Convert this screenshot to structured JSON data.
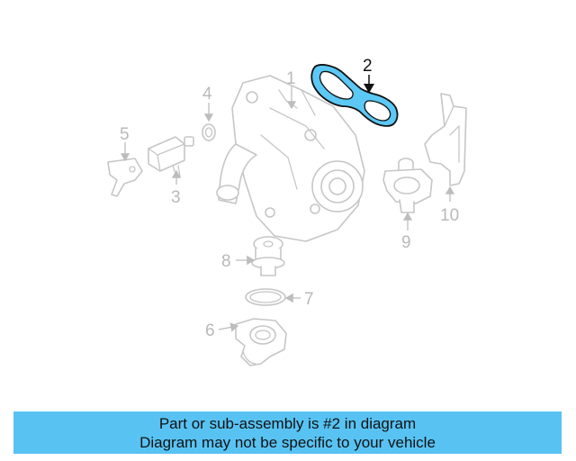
{
  "diagram": {
    "callouts": [
      "1",
      "2",
      "3",
      "4",
      "5",
      "6",
      "7",
      "8",
      "9",
      "10"
    ],
    "highlighted_callout": "2",
    "highlight_color": "#5bc8f5"
  },
  "banner": {
    "line1": "Part or sub-assembly is #2 in diagram",
    "line2": "Diagram may not be specific to your vehicle",
    "background": "#58c3f3"
  }
}
